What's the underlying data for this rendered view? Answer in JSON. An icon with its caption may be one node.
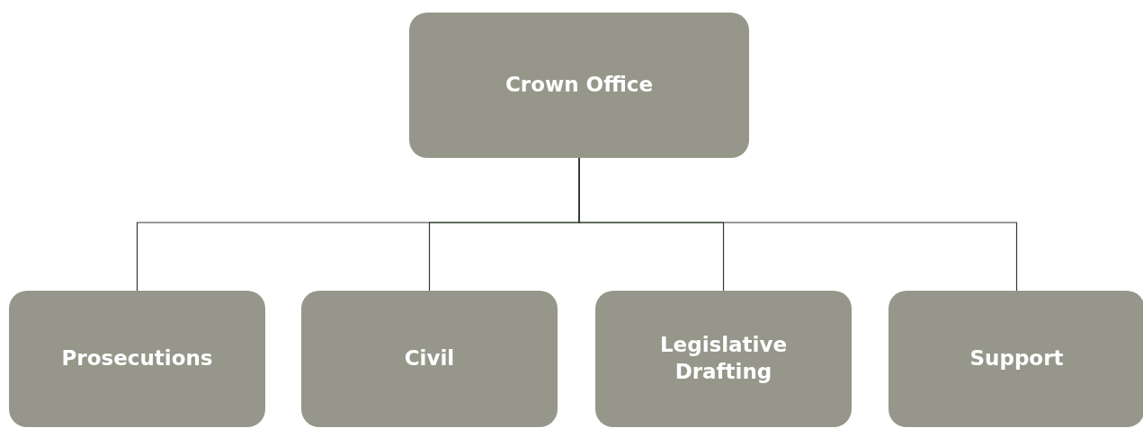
{
  "diagram": {
    "nodes": [
      {
        "text": [
          "Crown Office"
        ]
      },
      {
        "text": [
          "Prosecutions"
        ]
      },
      {
        "text": [
          "Civil"
        ]
      },
      {
        "text": [
          "Legislative Drafting"
        ]
      },
      {
        "text": [
          "Support"
        ]
      }
    ],
    "edges": [
      {
        "from": 0,
        "to": 1,
        "arrow": "none"
      },
      {
        "from": 0,
        "to": 2,
        "arrow": "none"
      },
      {
        "from": 0,
        "to": 3,
        "arrow": "none"
      },
      {
        "from": 0,
        "to": 4,
        "arrow": "none"
      }
    ]
  }
}
